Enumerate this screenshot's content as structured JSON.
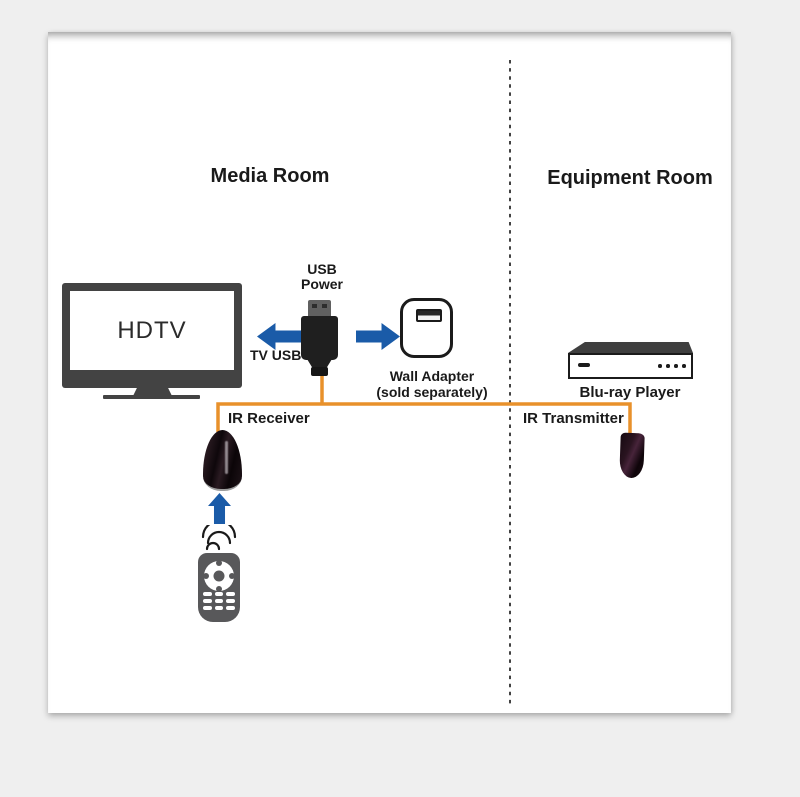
{
  "labels": {
    "media_room": "Media Room",
    "equipment_room": "Equipment Room",
    "hdtv": "HDTV",
    "usb_power_line1": "USB",
    "usb_power_line2": "Power",
    "tv_usb": "TV USB",
    "wall_adapter_line1": "Wall Adapter",
    "wall_adapter_line2": "(sold separately)",
    "bluray": "Blu-ray Player",
    "ir_receiver": "IR Receiver",
    "ir_transmitter": "IR Transmitter"
  },
  "colors": {
    "background": "#EFEFEF",
    "card": "#FFFFFF",
    "ink": "#1A1A1A",
    "wire": "#E8912B",
    "arrow_blue": "#1A5BA8",
    "tv_frame": "#434343",
    "device_dark": "#3F3F3F",
    "remote_body": "#58585A"
  }
}
